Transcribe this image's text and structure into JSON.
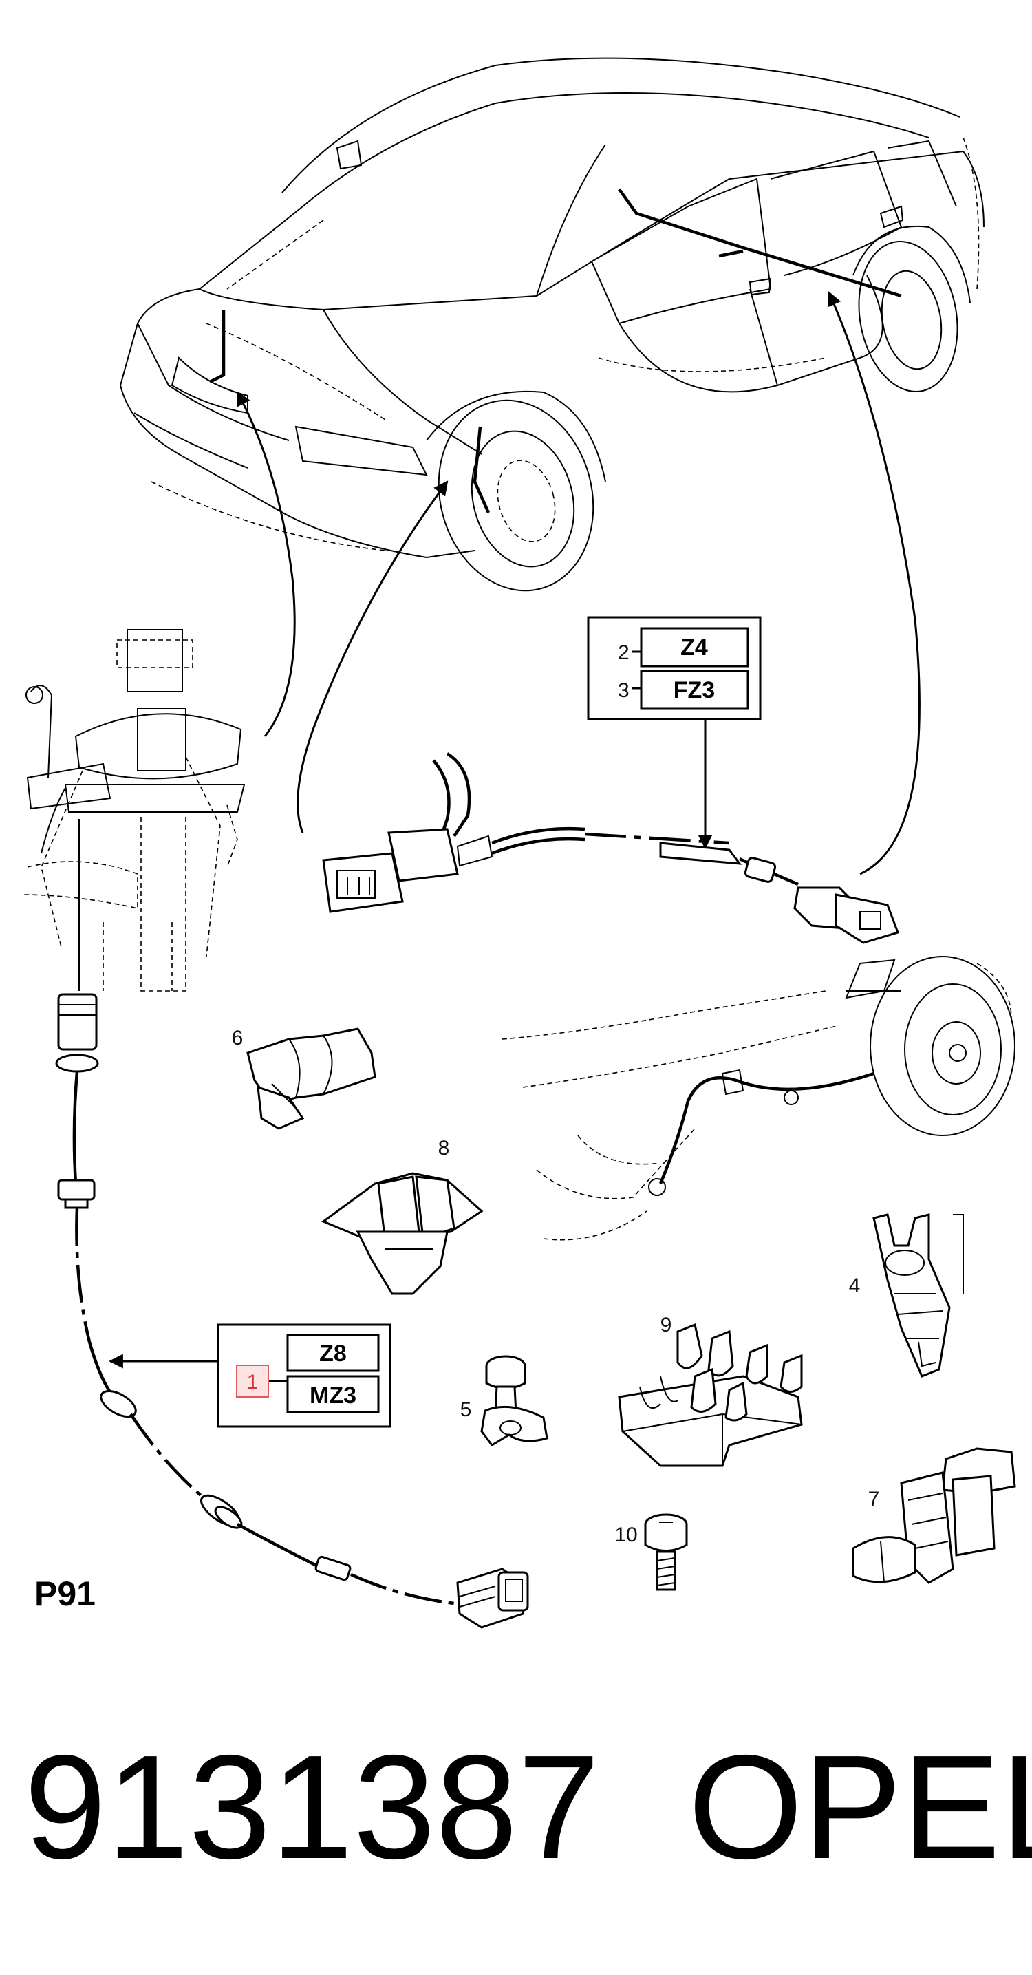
{
  "diagram_code": "P91",
  "part_number": "9131387",
  "brand": "OPEL",
  "callouts": [
    {
      "id": "c2",
      "number": "2",
      "code": "Z4"
    },
    {
      "id": "c3",
      "number": "3",
      "code": "FZ3"
    },
    {
      "id": "c1",
      "number": "1",
      "code": "Z8"
    },
    {
      "id": "c1b",
      "number": "",
      "code": "MZ3"
    }
  ],
  "parts": {
    "p4": "4",
    "p5": "5",
    "p6": "6",
    "p7": "7",
    "p8": "8",
    "p9": "9",
    "p10": "10"
  },
  "colors": {
    "line": "#000000",
    "highlight_fill": "#fde4e4",
    "highlight_stroke": "#e05a5a"
  }
}
